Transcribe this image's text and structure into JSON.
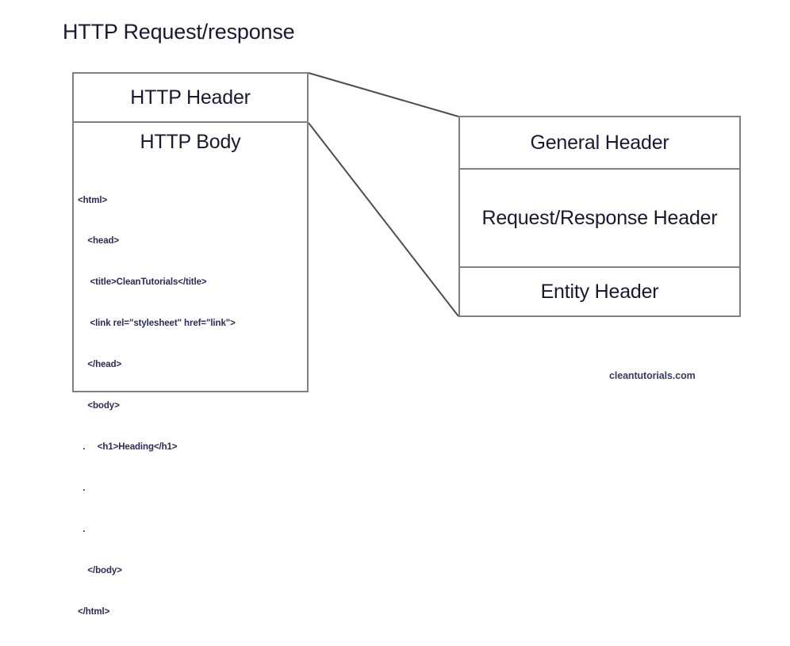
{
  "title": "HTTP Request/response",
  "message_box": {
    "header_label": "HTTP Header",
    "body_label": "HTTP Body",
    "code_lines": [
      "<html>",
      "    <head>",
      "     <title>CleanTutorials</title>",
      "     <link rel=\"stylesheet\" href=\"link\">",
      "    </head>",
      "    <body>",
      "  .     <h1>Heading</h1>",
      "  .",
      "  .",
      "    </body>",
      "</html>"
    ]
  },
  "headers_box": {
    "cells": [
      {
        "label": "General Header"
      },
      {
        "label": "Request/Response Header"
      },
      {
        "label": "Entity Header"
      }
    ]
  },
  "watermark": "cleantutorials.com",
  "colors": {
    "text": "#191933",
    "code_text": "#2a2a5c",
    "border": "#808080",
    "connector": "#4d4d4d",
    "background": "#ffffff"
  }
}
